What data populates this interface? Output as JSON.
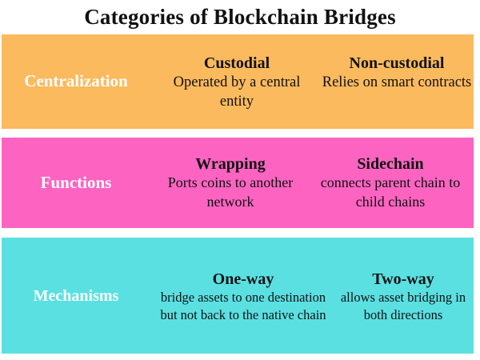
{
  "title": "Categories of Blockchain Bridges",
  "colors": {
    "background": "#ffffff",
    "title_text": "#111111",
    "row_label_text": "#ffffff",
    "cell_text": "#111111",
    "row_centralization": "#FBBA5E",
    "row_functions": "#FD64C1",
    "row_mechanisms": "#5BE0E2"
  },
  "rows": [
    {
      "label": "Centralization",
      "color": "#FBBA5E",
      "cells": [
        {
          "title": "Custodial",
          "description": "Operated by a central entity"
        },
        {
          "title": "Non-custodial",
          "description": "Relies on smart contracts"
        }
      ]
    },
    {
      "label": "Functions",
      "color": "#FD64C1",
      "cells": [
        {
          "title": "Wrapping",
          "description": "Ports coins to another network"
        },
        {
          "title": "Sidechain",
          "description": "connects parent chain to child chains"
        }
      ]
    },
    {
      "label": "Mechanisms",
      "color": "#5BE0E2",
      "cells": [
        {
          "title": "One-way",
          "description": "bridge assets to one destination but not back to the native chain"
        },
        {
          "title": "Two-way",
          "description": "allows asset bridging in both directions"
        }
      ]
    }
  ]
}
